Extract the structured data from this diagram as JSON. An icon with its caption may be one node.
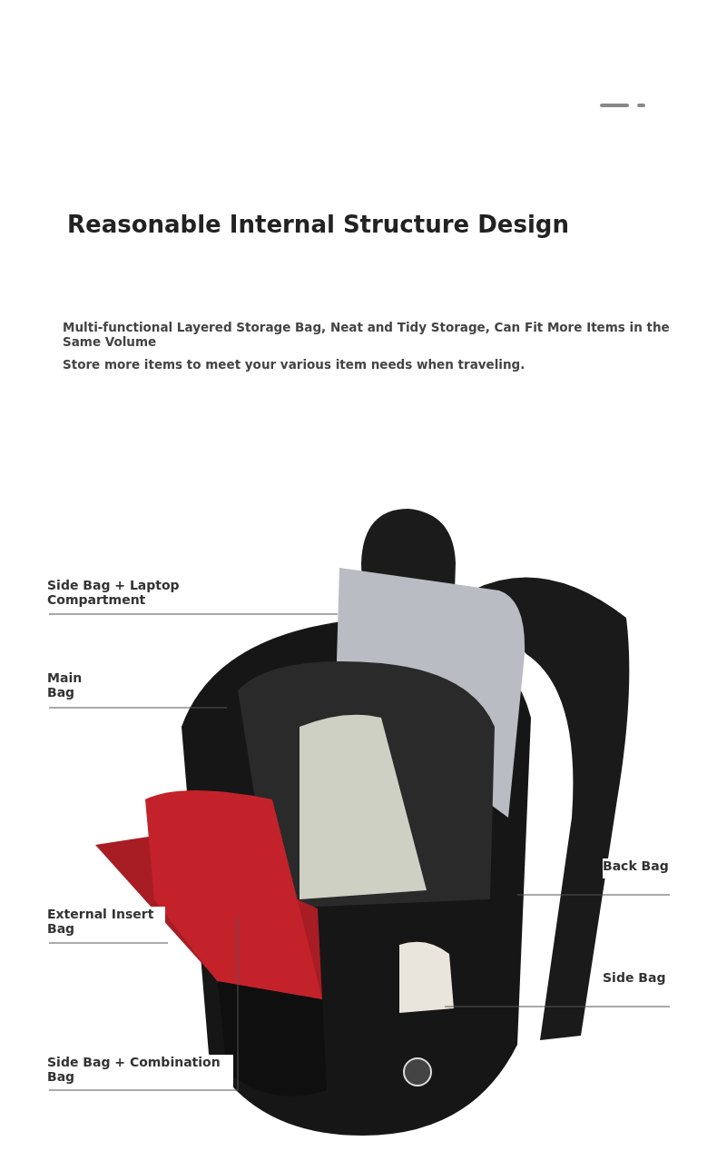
{
  "diagram": {
    "title": "Reasonable Internal Structure Design",
    "nodes": [
      {
        "text": [
          "Side Bag + Laptop Compartment"
        ]
      },
      {
        "text": [
          "Main Bag"
        ]
      },
      {
        "text": [
          "External Insert Bag"
        ]
      },
      {
        "text": [
          "Side Bag + Combination Bag"
        ]
      },
      {
        "text": [
          "Back Bag"
        ]
      },
      {
        "text": [
          "Side Bag"
        ]
      }
    ],
    "edges": [
      {
        "from": 0,
        "to": null,
        "arrow": "none"
      },
      {
        "from": 1,
        "to": null,
        "arrow": "none"
      },
      {
        "from": 2,
        "to": null,
        "arrow": "none"
      },
      {
        "from": 3,
        "to": null,
        "arrow": "none"
      },
      {
        "from": 4,
        "to": null,
        "arrow": "none"
      },
      {
        "from": 5,
        "to": null,
        "arrow": "none"
      }
    ],
    "labels": [
      "Multi-functional Layered Storage Bag, Neat and Tidy Storage, Can Fit More Items in the Same Volume",
      "Store more items to meet your various item needs when traveling."
    ]
  }
}
